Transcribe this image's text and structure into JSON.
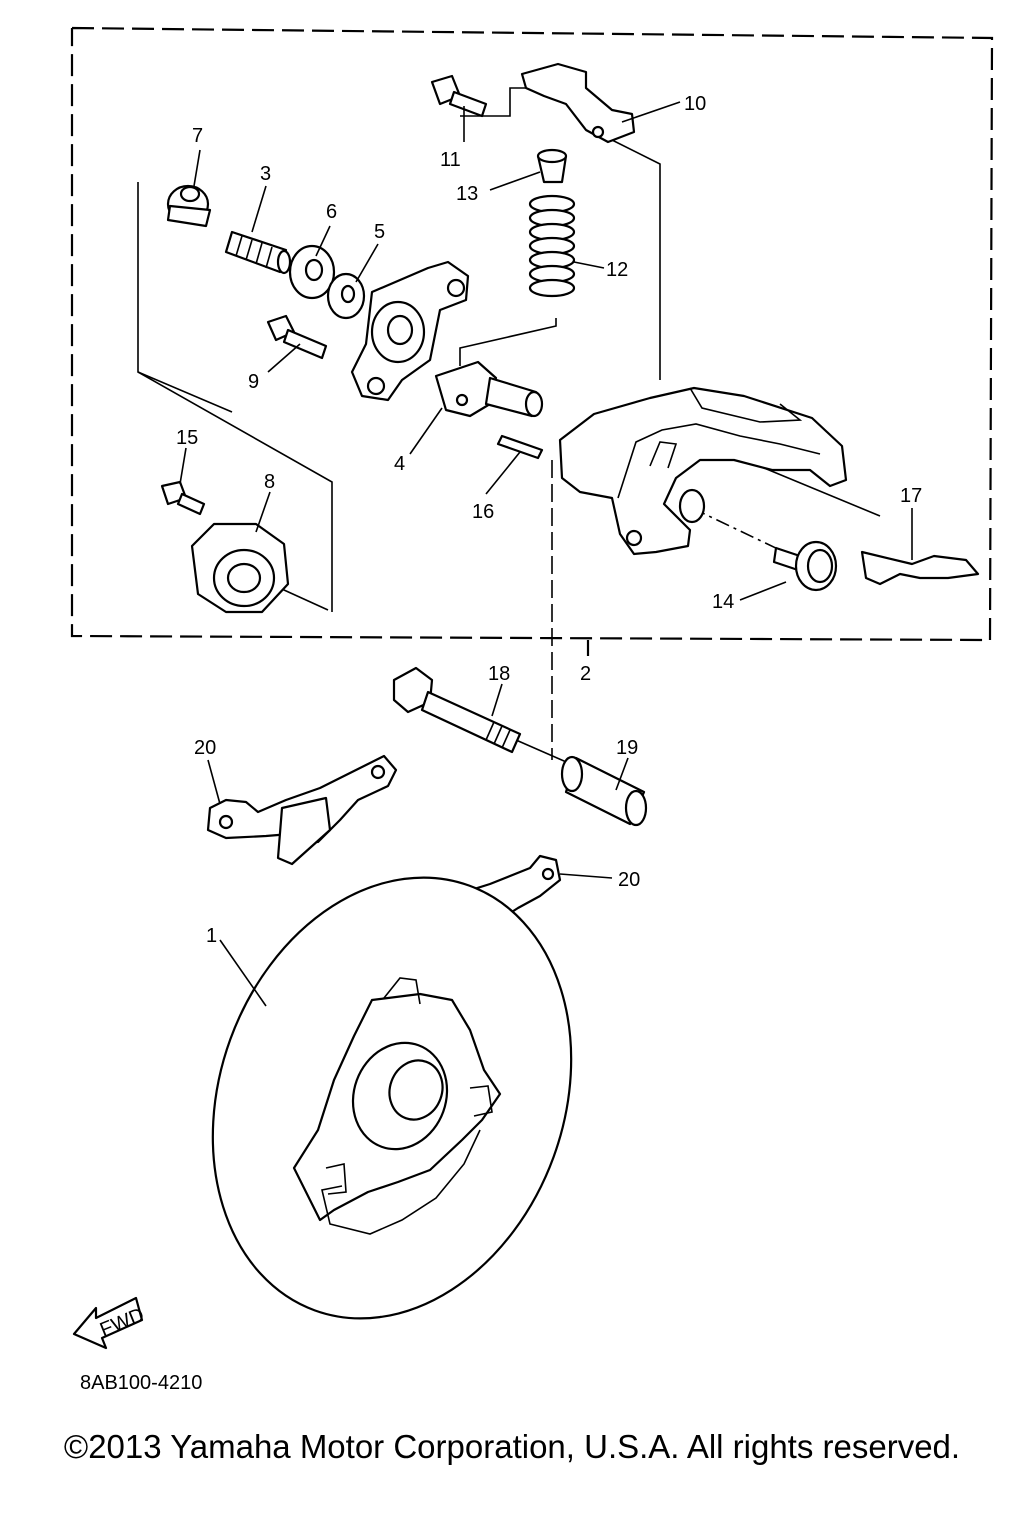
{
  "callouts": {
    "c1": "1",
    "c2": "2",
    "c3": "3",
    "c4": "4",
    "c5": "5",
    "c6": "6",
    "c7": "7",
    "c8": "8",
    "c9": "9",
    "c10": "10",
    "c11": "11",
    "c12": "12",
    "c13": "13",
    "c14": "14",
    "c15": "15",
    "c16": "16",
    "c17": "17",
    "c18": "18",
    "c19": "19",
    "c20a": "20",
    "c20b": "20"
  },
  "fwd_label": "FWD",
  "diagram_code": "8AB100-4210",
  "copyright": "©2013 Yamaha Motor Corporation, U.S.A. All rights reserved."
}
